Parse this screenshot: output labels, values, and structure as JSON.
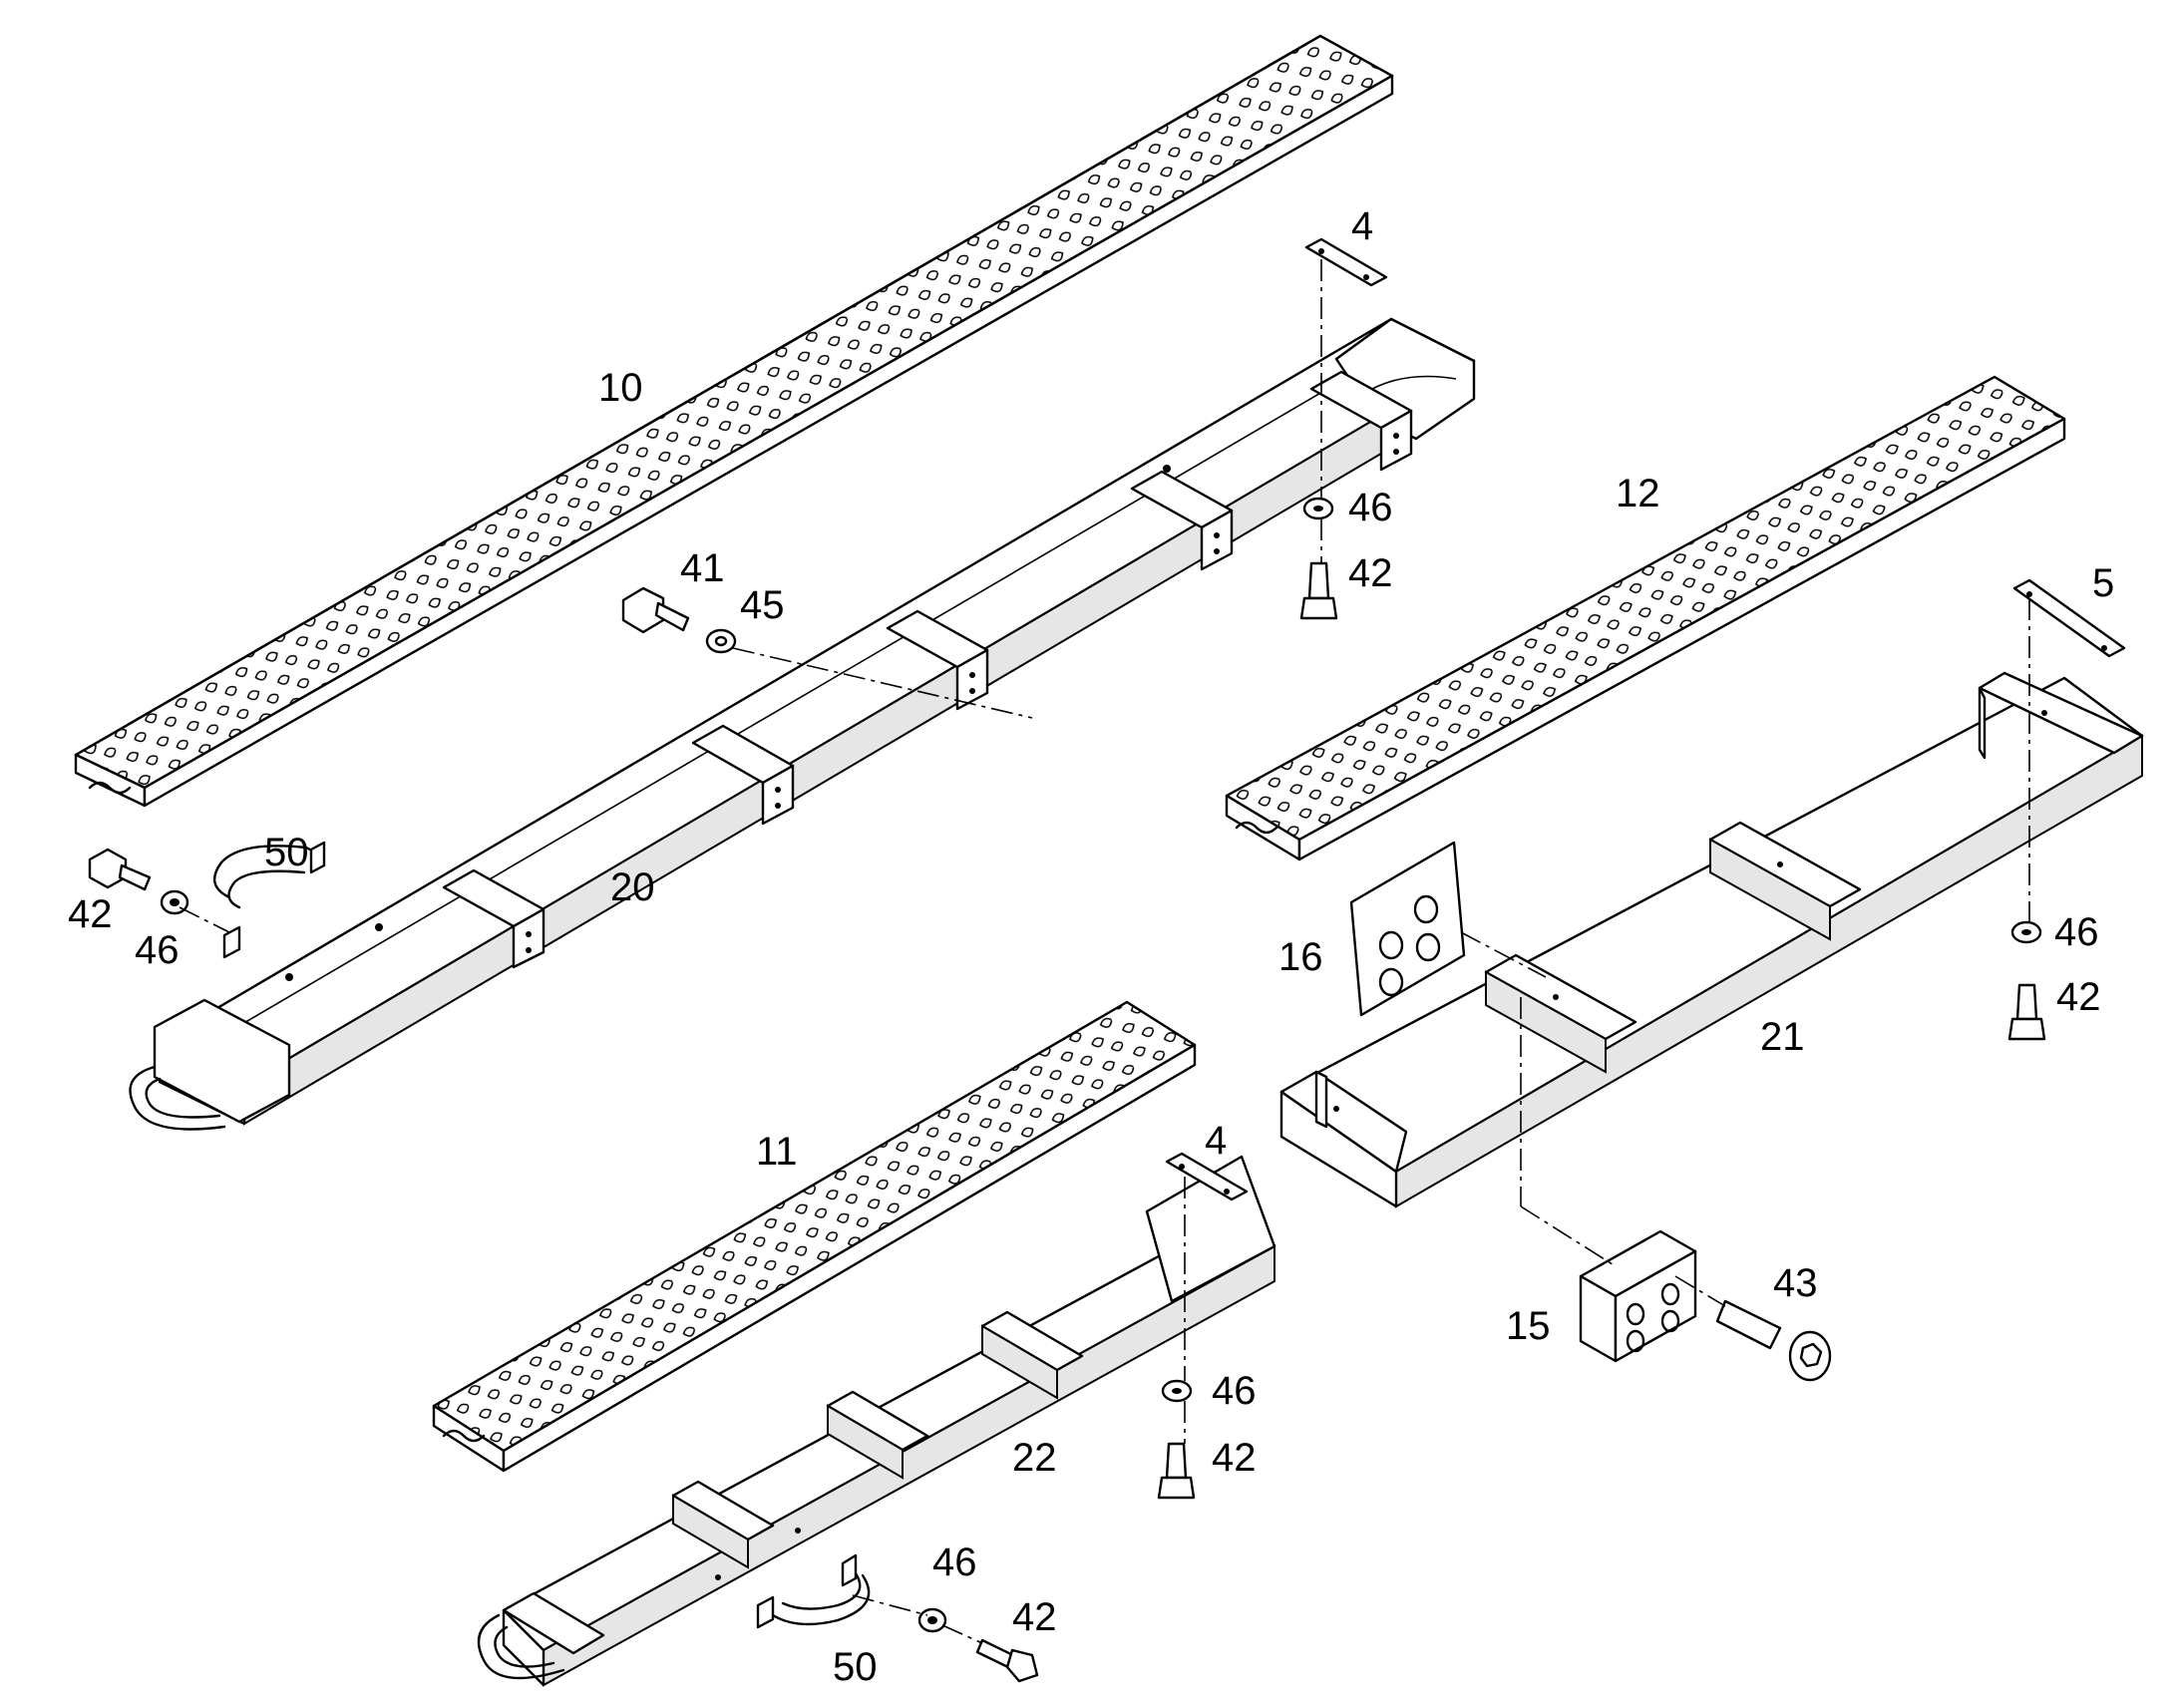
{
  "callouts": [
    {
      "id": "10",
      "text": "10"
    },
    {
      "id": "4a",
      "text": "4"
    },
    {
      "id": "46a",
      "text": "46"
    },
    {
      "id": "42a",
      "text": "42"
    },
    {
      "id": "41",
      "text": "41"
    },
    {
      "id": "45",
      "text": "45"
    },
    {
      "id": "12",
      "text": "12"
    },
    {
      "id": "5",
      "text": "5"
    },
    {
      "id": "50a",
      "text": "50"
    },
    {
      "id": "42b",
      "text": "42"
    },
    {
      "id": "46b",
      "text": "46"
    },
    {
      "id": "20",
      "text": "20"
    },
    {
      "id": "16",
      "text": "16"
    },
    {
      "id": "46c",
      "text": "46"
    },
    {
      "id": "42c",
      "text": "42"
    },
    {
      "id": "21",
      "text": "21"
    },
    {
      "id": "11",
      "text": "11"
    },
    {
      "id": "4b",
      "text": "4"
    },
    {
      "id": "43",
      "text": "43"
    },
    {
      "id": "15",
      "text": "15"
    },
    {
      "id": "46d",
      "text": "46"
    },
    {
      "id": "42d",
      "text": "42"
    },
    {
      "id": "22",
      "text": "22"
    },
    {
      "id": "46e",
      "text": "46"
    },
    {
      "id": "42e",
      "text": "42"
    },
    {
      "id": "50b",
      "text": "50"
    }
  ]
}
